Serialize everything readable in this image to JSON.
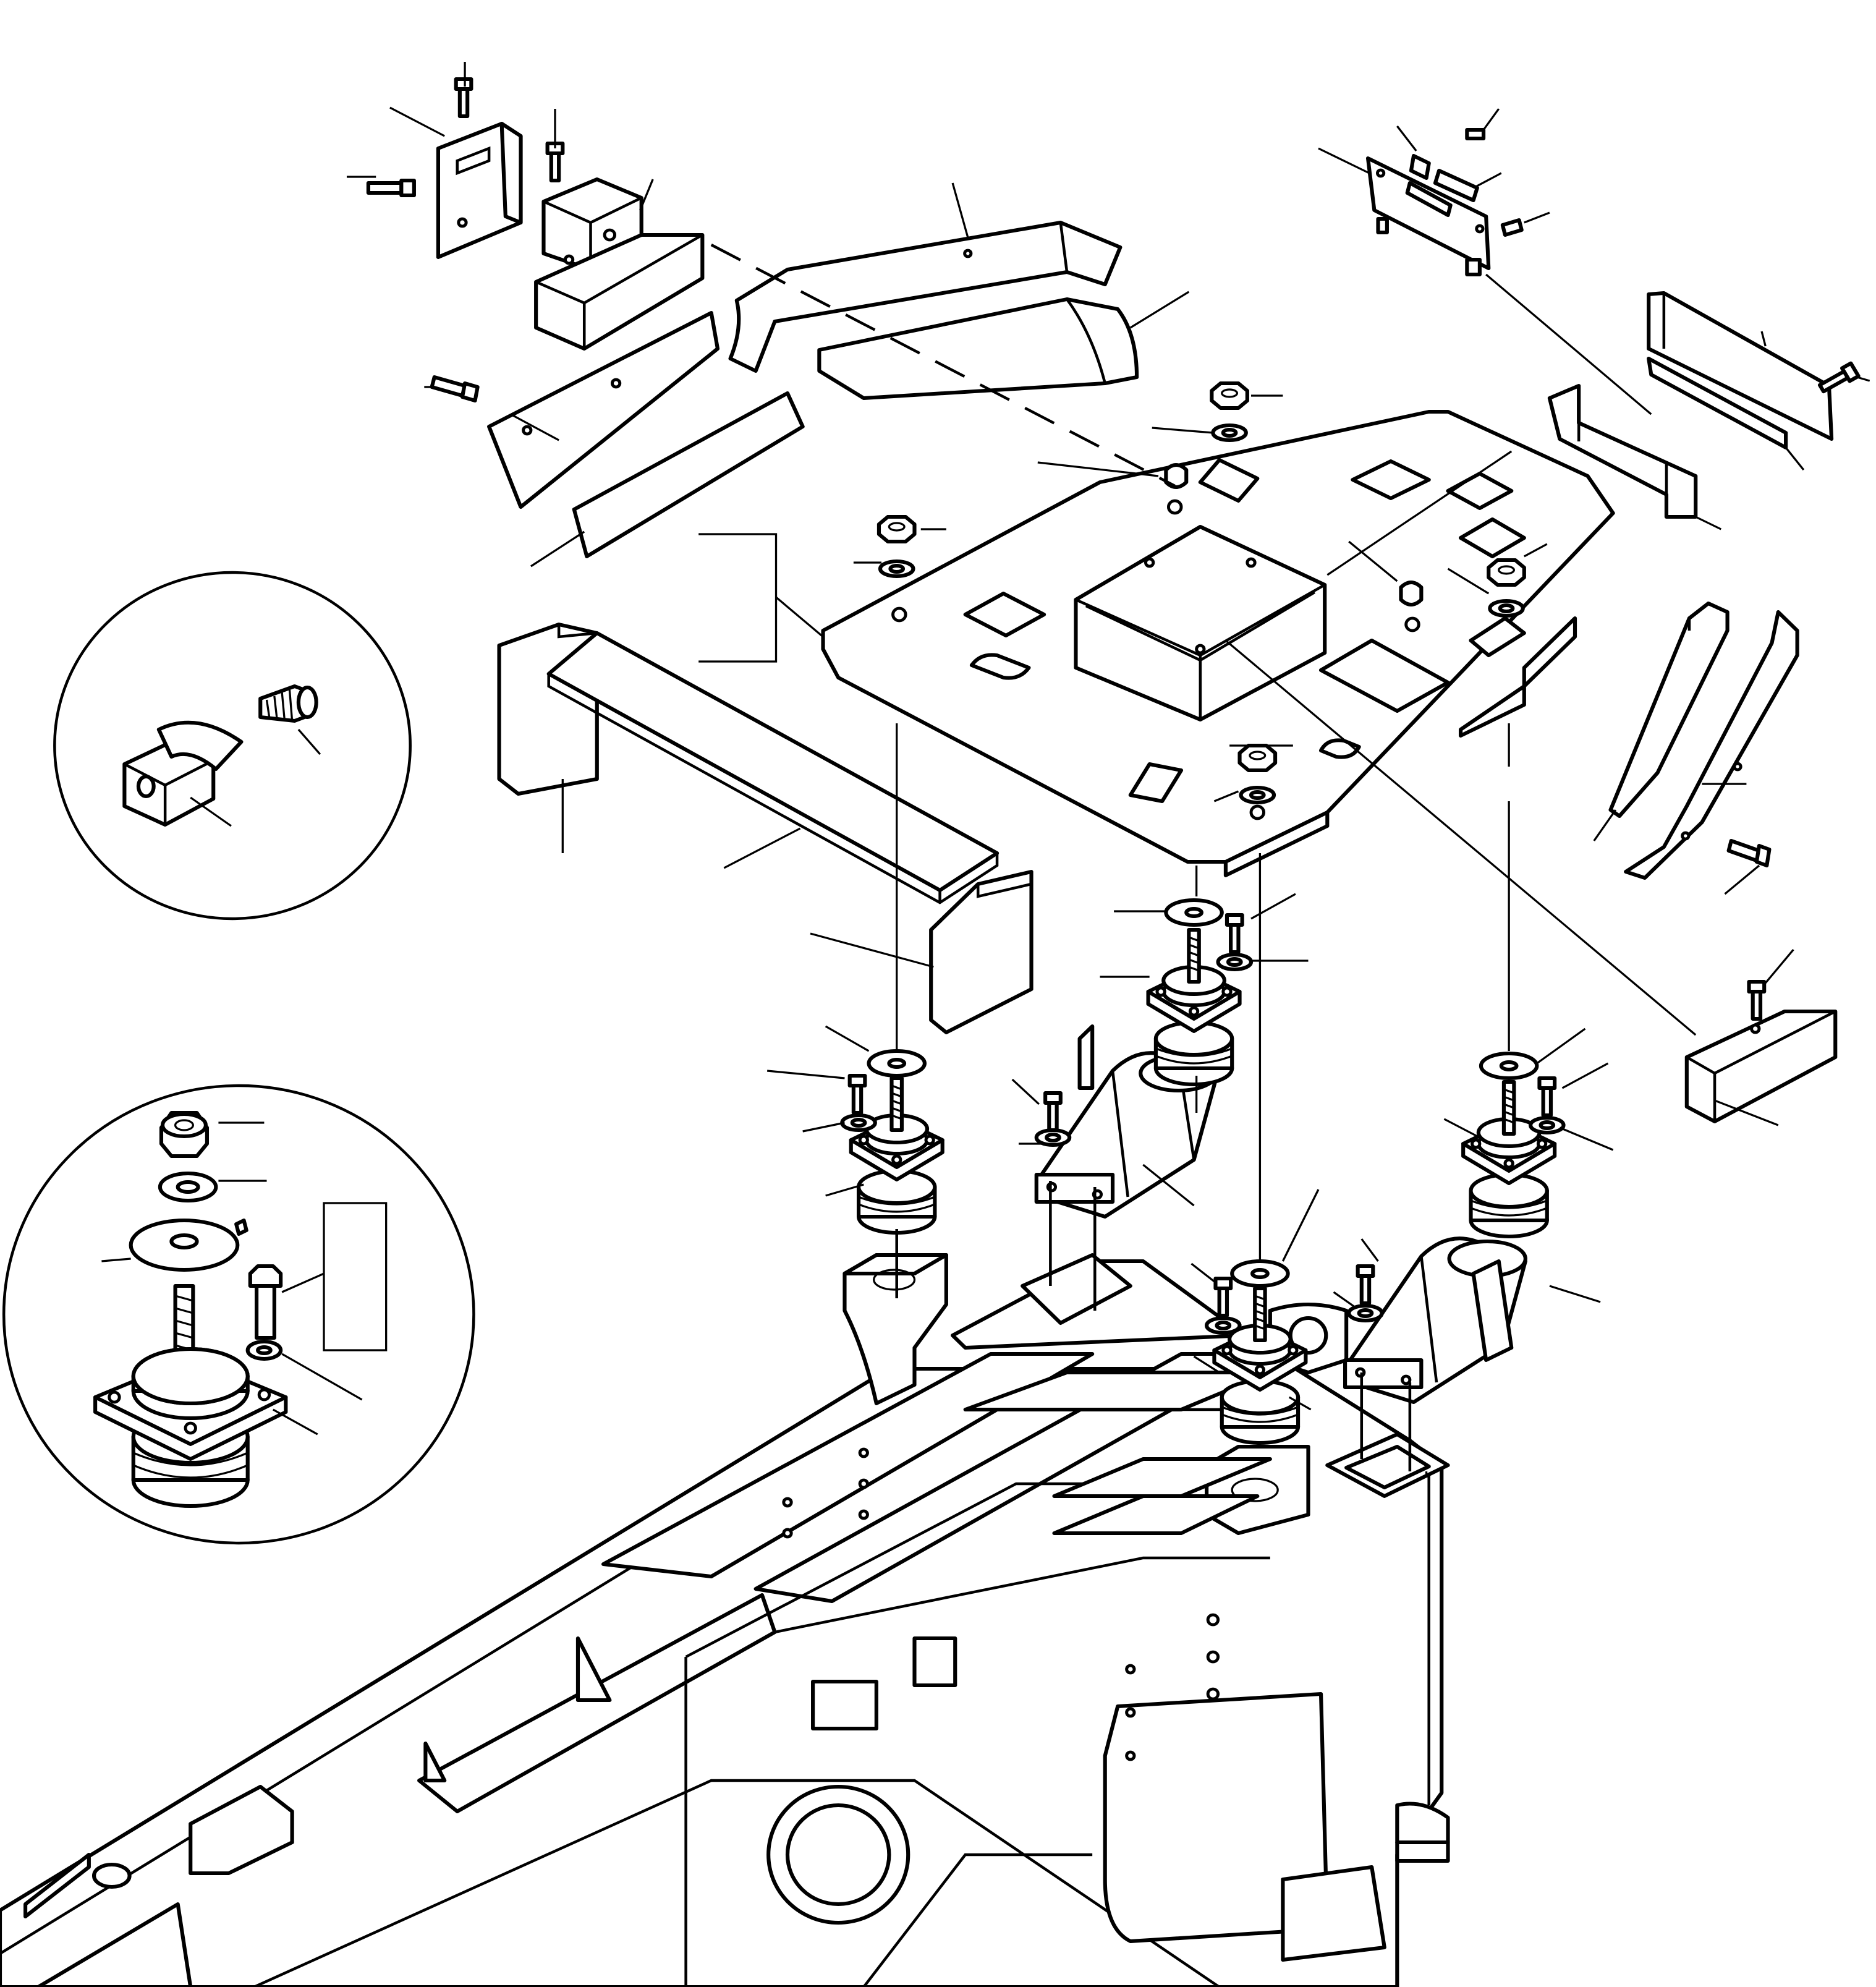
{
  "figure": {
    "colors": {
      "line": "#000000",
      "background": "#ffffff"
    },
    "parts": [
      "left-top-bracket",
      "clamp-block",
      "left-arm",
      "left-arm-insert",
      "left-side-plate",
      "left-insulation-strip",
      "right-electrical-bracket",
      "right-cover-plate",
      "right-strip",
      "u-channel",
      "platform-plate",
      "platform-box",
      "front-insulation-panel",
      "bottom-insulation-panel",
      "right-long-bracket",
      "right-end-block",
      "mount-assembly-left",
      "mount-assembly-center",
      "mount-assembly-right",
      "mount-assembly-bottom",
      "mount-console-left",
      "mount-console-right",
      "main-frame",
      "detail-circle-clamp",
      "detail-circle-mount"
    ]
  }
}
